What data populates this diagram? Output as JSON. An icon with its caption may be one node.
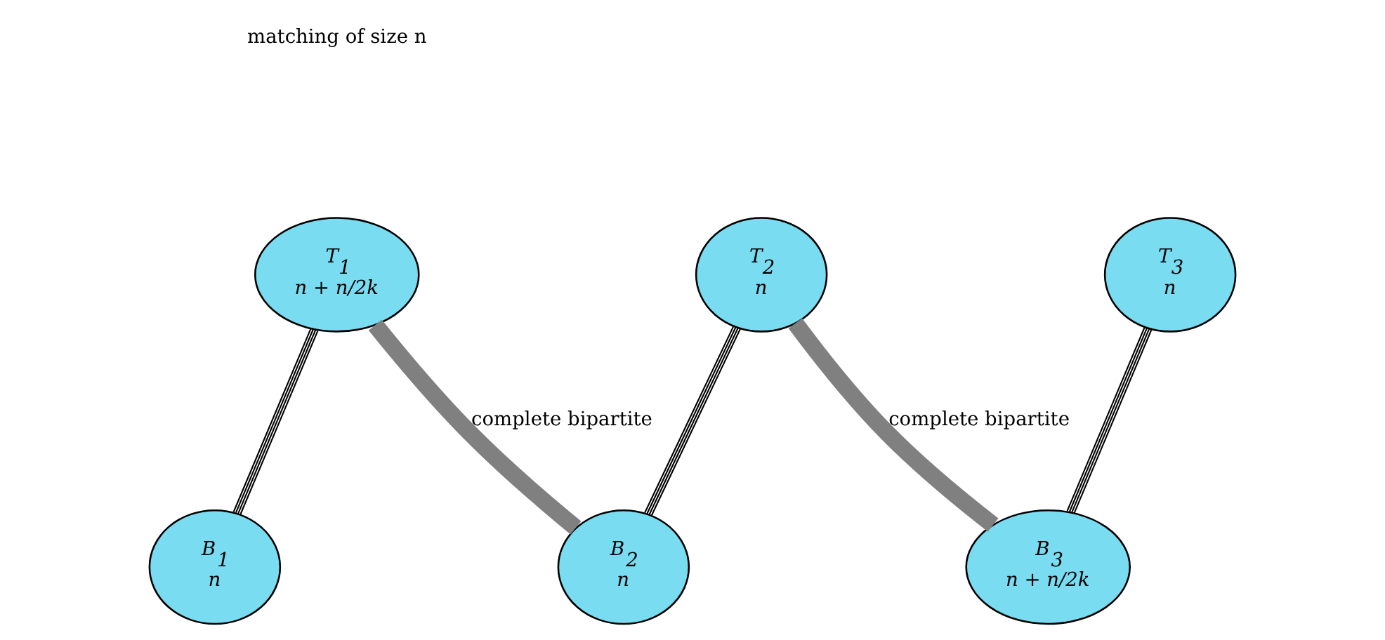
{
  "diagram": {
    "nodes": [
      {
        "text": [
          "T$_{1}$",
          "n + n/2k"
        ]
      },
      {
        "text": [
          "T$_{2}$",
          "n"
        ]
      },
      {
        "text": [
          "T$_{3}$",
          "n"
        ]
      },
      {
        "text": [
          "B$_{1}$",
          "n"
        ]
      },
      {
        "text": [
          "B$_{2}$",
          "n"
        ]
      },
      {
        "text": [
          "B$_{3}$",
          "n + n/2k"
        ]
      }
    ],
    "edges": [
      {
        "from": 0,
        "to": 3,
        "arrow": "none"
      },
      {
        "from": 0,
        "to": 4,
        "arrow": "none",
        "label": "complete bipartite",
        "style": "thick",
        "color": "#808080"
      },
      {
        "from": 1,
        "to": 4,
        "arrow": "none"
      },
      {
        "from": 1,
        "to": 5,
        "arrow": "none",
        "label": "complete bipartite",
        "style": "thick",
        "color": "#808080"
      },
      {
        "from": 2,
        "to": 5,
        "arrow": "none"
      }
    ],
    "labels": [
      "matching of size n"
    ]
  }
}
